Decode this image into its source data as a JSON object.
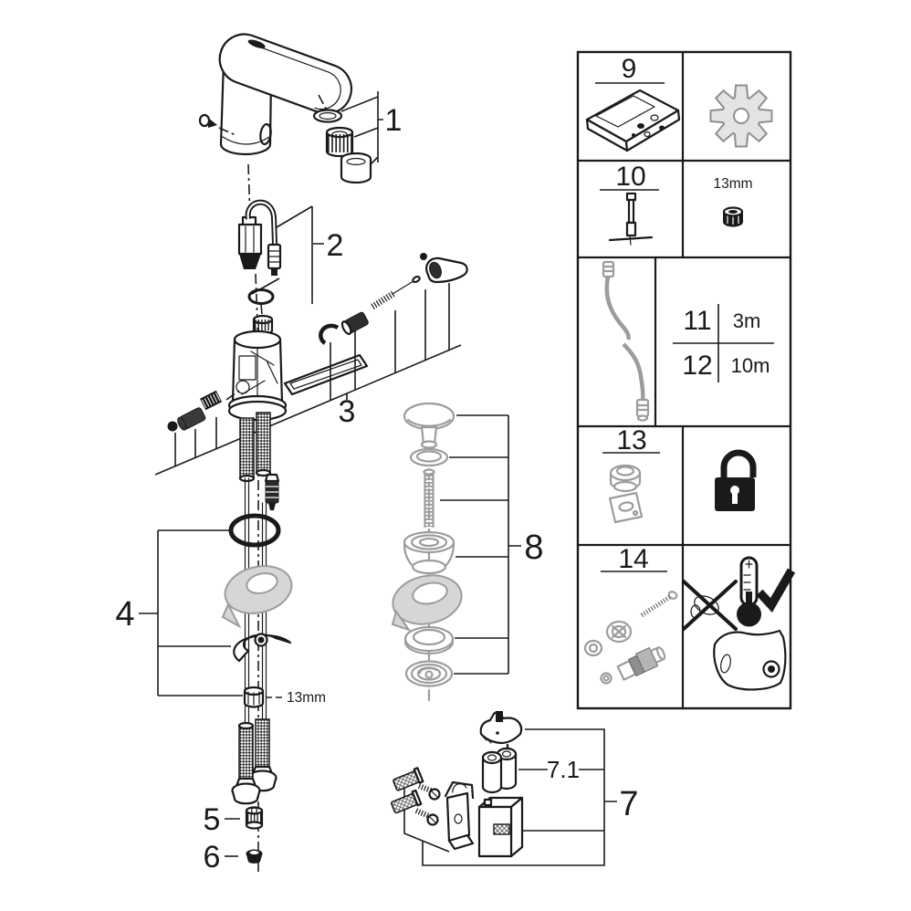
{
  "diagram": {
    "callouts": {
      "c1": "1",
      "c2": "2",
      "c3": "3",
      "c4": "4",
      "c5": "5",
      "c6": "6",
      "c7": "7",
      "c7_1": "7.1",
      "c8": "8",
      "nut_size": "13mm"
    }
  },
  "accessory_table": {
    "item9": {
      "no": "9"
    },
    "item10": {
      "no": "10",
      "nut_size": "13mm"
    },
    "item11": {
      "no": "11",
      "length": "3m"
    },
    "item12": {
      "no": "12",
      "length": "10m"
    },
    "item13": {
      "no": "13"
    },
    "item14": {
      "no": "14"
    }
  },
  "colors": {
    "line": "#1a1a1a",
    "muted_part": "#9c9c9c",
    "muted_fill": "#d6d6d6",
    "gear_fill": "#e4e4e4",
    "background": "#ffffff"
  },
  "icons": {
    "remote_control": "remote-control-icon",
    "gear": "gear-icon",
    "tee_wrench": "tee-wrench-icon",
    "hex_nut": "hex-nut-icon",
    "extension_cable": "extension-cable-icon",
    "sensor_part": "sensor-part-icon",
    "padlock": "padlock-icon",
    "mixer_parts": "mixer-parts-icon",
    "no_valve": "no-valve-crossed-icon",
    "thermometer_check": "thermometer-check-icon",
    "cover_plate": "cover-plate-icon"
  }
}
